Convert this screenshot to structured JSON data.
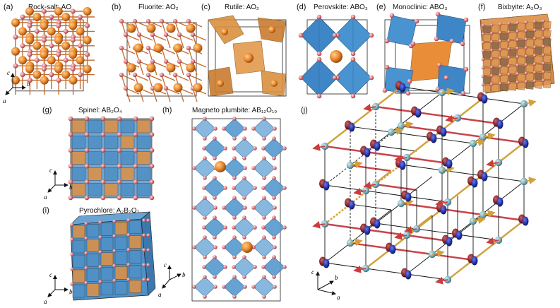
{
  "colors": {
    "orange": "#e8872e",
    "orange_dark": "#b9621d",
    "blue": "#3f86c6",
    "blue_dark": "#2c6aa3",
    "oxygen": "#d9787f",
    "bond": "#c56a2c",
    "teal": "#7fb3c0",
    "arrow_red": "#cc3c3c",
    "arrow_gold": "#d1a23a",
    "spin_blue": "#1f2fa3",
    "spin_maroon": "#7d1e22"
  },
  "panels": {
    "a": {
      "label": "(a)",
      "title": "Rock-salt: AO"
    },
    "b": {
      "label": "(b)",
      "title": "Fluorite: AO₂"
    },
    "c": {
      "label": "(c)",
      "title": "Rutile: AO₂"
    },
    "d": {
      "label": "(d)",
      "title": "Perovskite: ABO₃"
    },
    "e": {
      "label": "(e)",
      "title": "Monoclinic: ABO₃"
    },
    "f": {
      "label": "(f)",
      "title": "Bixbyite: A₂O₃"
    },
    "g": {
      "label": "(g)",
      "title": "Spinel: AB₂O₄"
    },
    "h": {
      "label": "(h)",
      "title": "Magneto plumbite: AB₁₂O₁₉"
    },
    "i": {
      "label": "(i)",
      "title": "Pyrochlore: A₂B₂O₇"
    },
    "j": {
      "label": "(j)",
      "title": ""
    }
  },
  "axes": {
    "c": "c",
    "a": "a",
    "b": "b"
  }
}
